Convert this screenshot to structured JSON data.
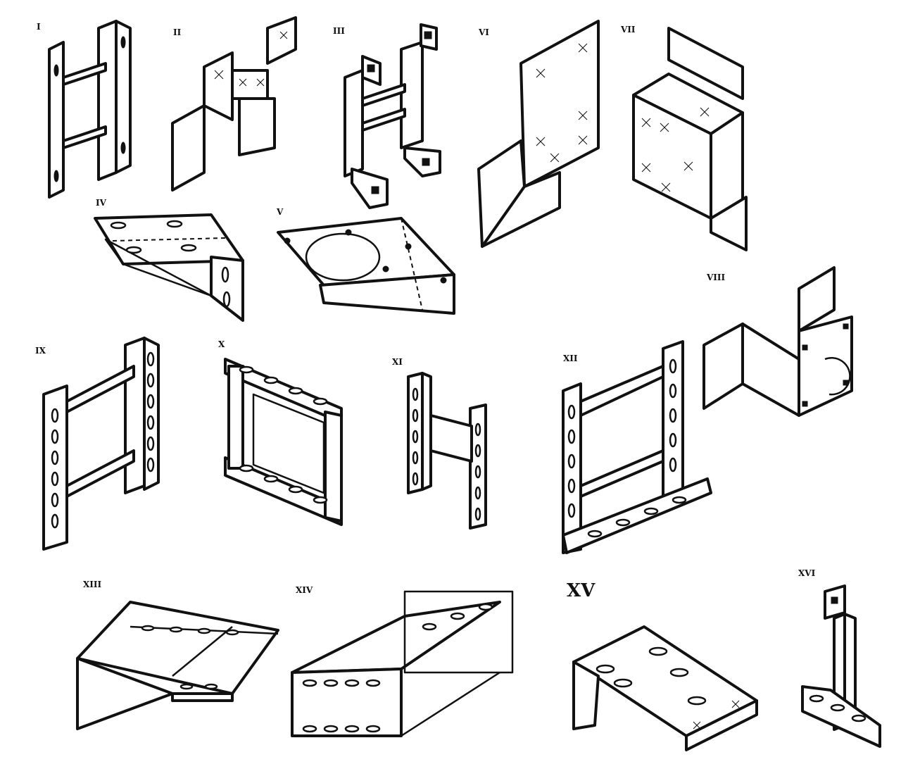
{
  "figures": [
    {
      "id": "I",
      "label": "I"
    },
    {
      "id": "II",
      "label": "II"
    },
    {
      "id": "III",
      "label": "III"
    },
    {
      "id": "IV",
      "label": "IV"
    },
    {
      "id": "V",
      "label": "V"
    },
    {
      "id": "VI",
      "label": "VI"
    },
    {
      "id": "VII",
      "label": "VII"
    },
    {
      "id": "VIII",
      "label": "VIII"
    },
    {
      "id": "IX",
      "label": "IX"
    },
    {
      "id": "X",
      "label": "X"
    },
    {
      "id": "XI",
      "label": "XI"
    },
    {
      "id": "XII",
      "label": "XII"
    },
    {
      "id": "XIII",
      "label": "XIII"
    },
    {
      "id": "XIV",
      "label": "XIV"
    },
    {
      "id": "XV",
      "label": "XV"
    },
    {
      "id": "XVI",
      "label": "XVI"
    }
  ]
}
